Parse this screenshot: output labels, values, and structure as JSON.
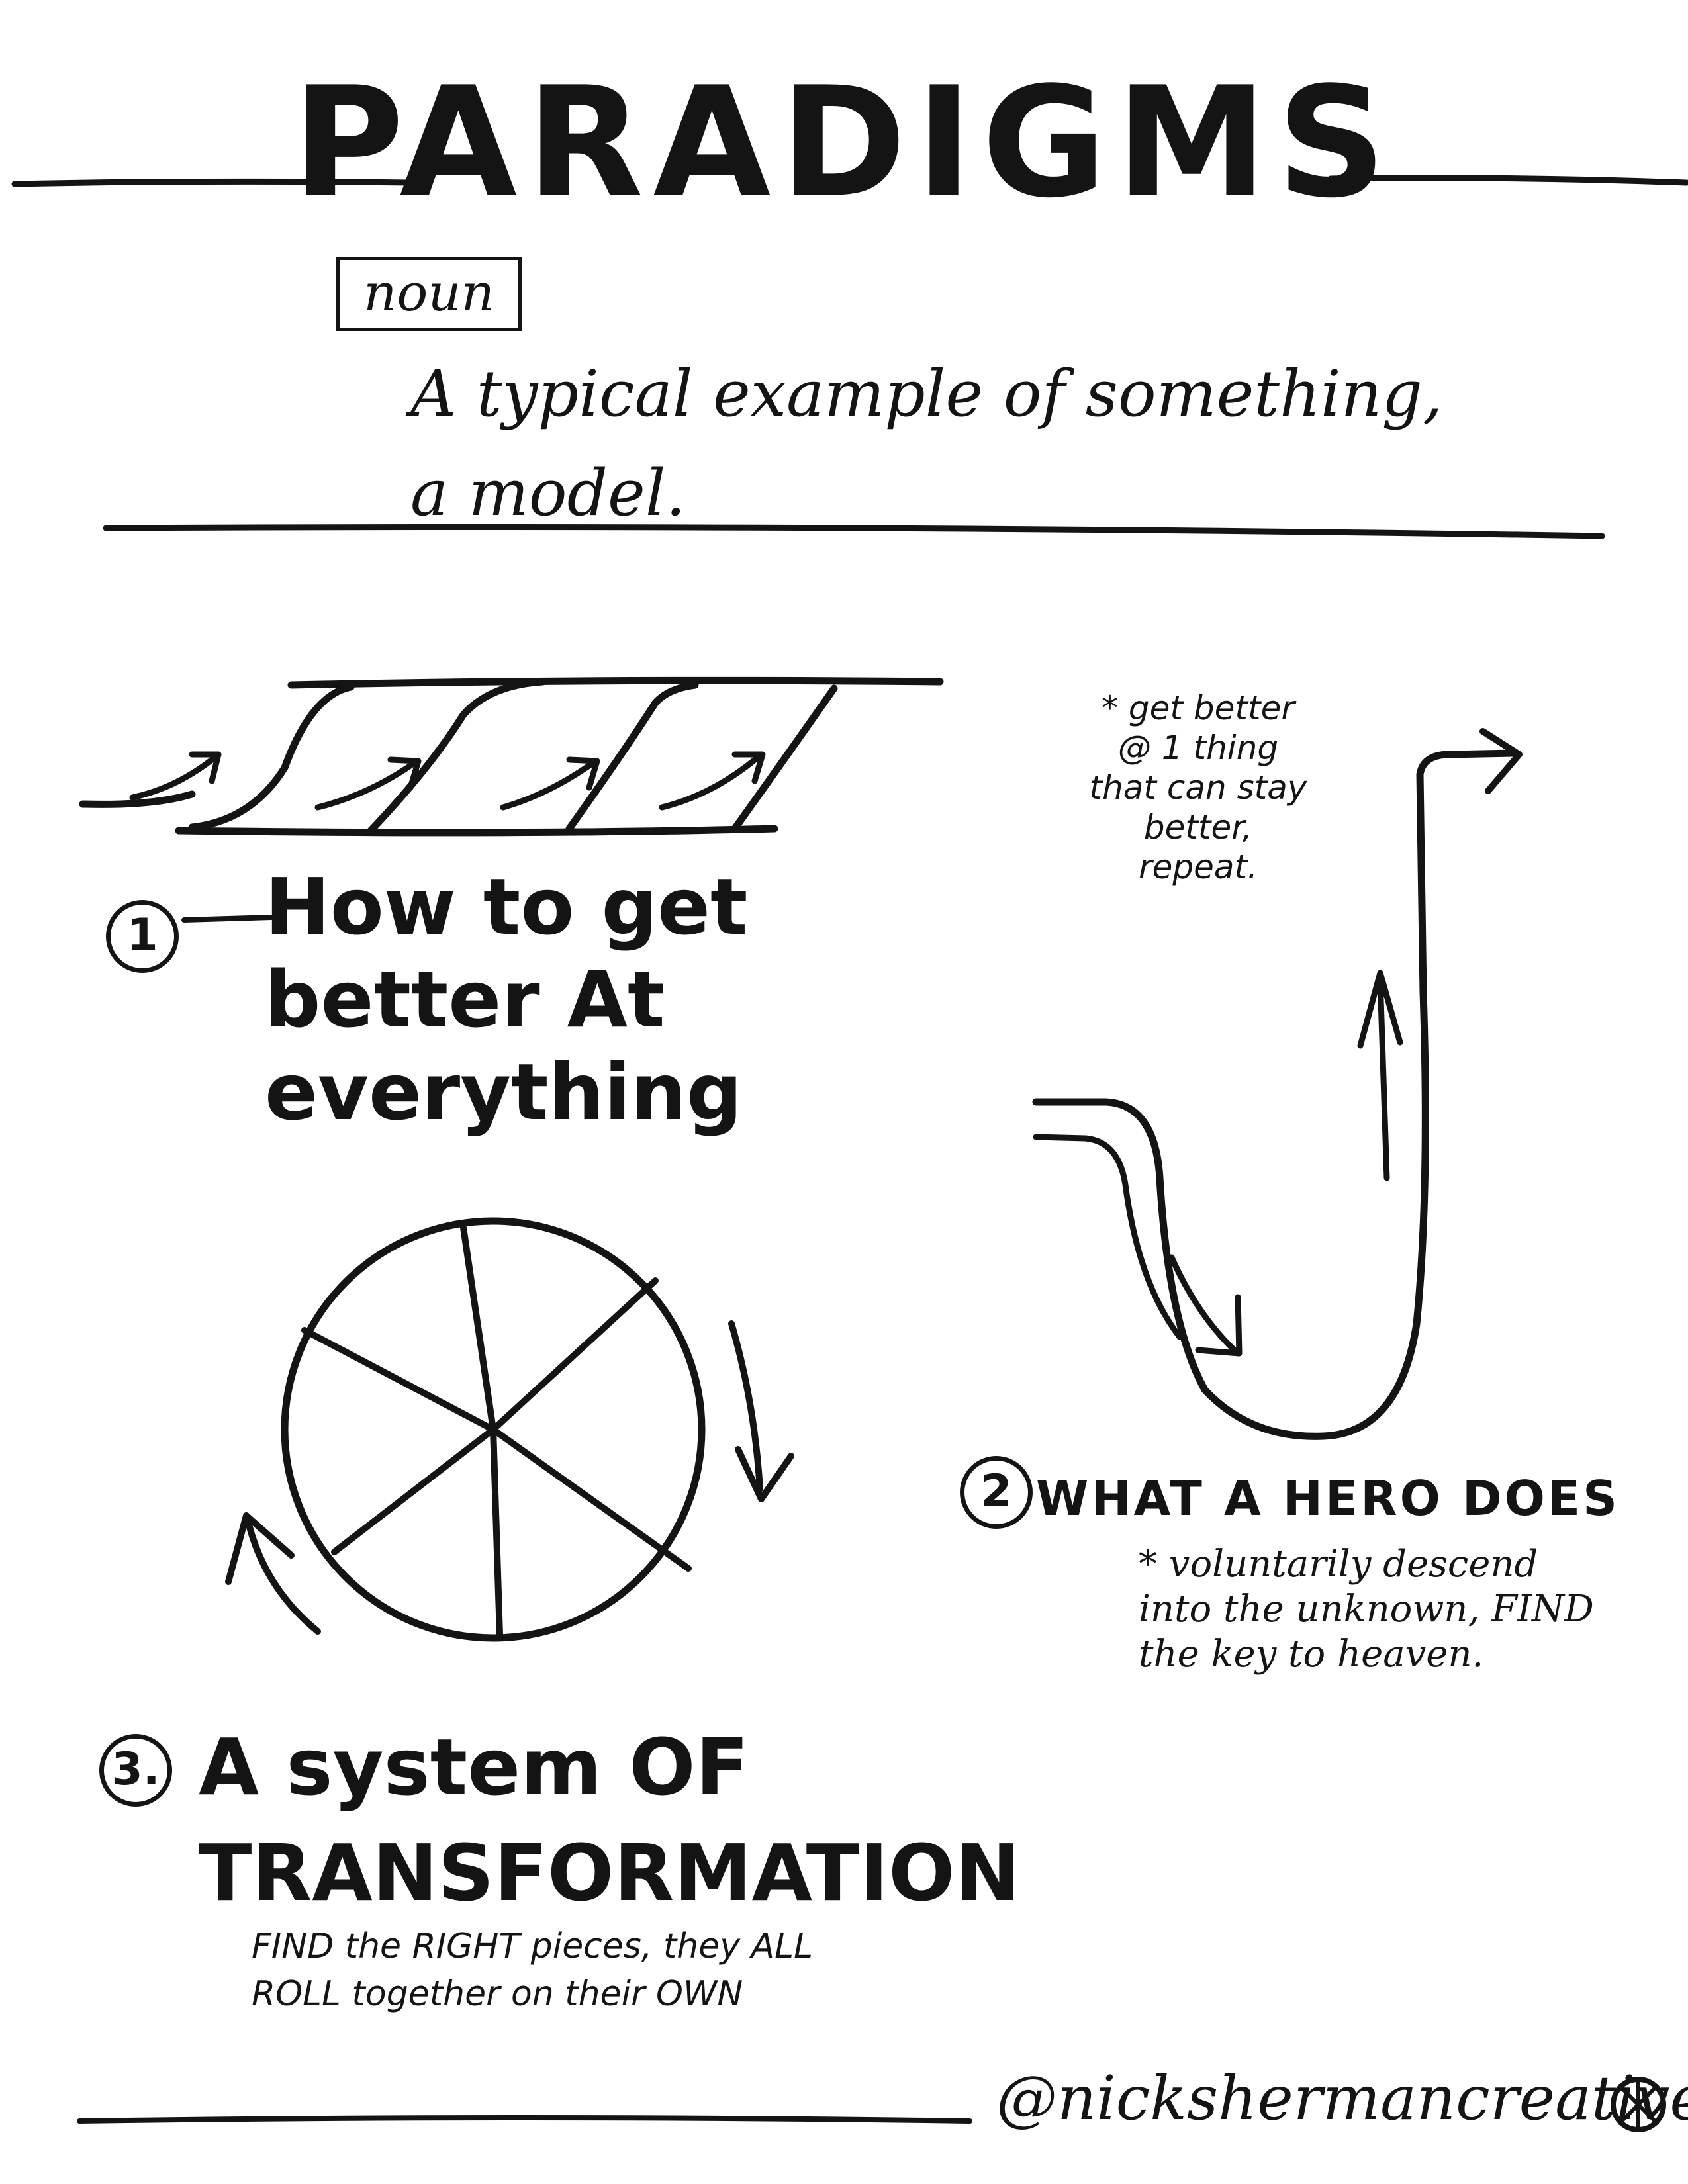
{
  "title": "PARADIGMS",
  "part_of_speech": "noun",
  "definition": "A typical example of something, a model.",
  "sections": [
    {
      "number": "1",
      "heading": "How to get better At everything",
      "note": "* get better @ 1 thing that can stay better, repeat."
    },
    {
      "number": "2",
      "heading": "WHAT A HERO DOES",
      "note": "* voluntarily descend into the unknown, FIND the key to heaven."
    },
    {
      "number": "3.",
      "heading": "A system OF TRANSFORMATION",
      "note": "FIND the RIGHT pieces, they ALL ROLL together on their OWN"
    }
  ],
  "signature": "@nickshermancreative"
}
